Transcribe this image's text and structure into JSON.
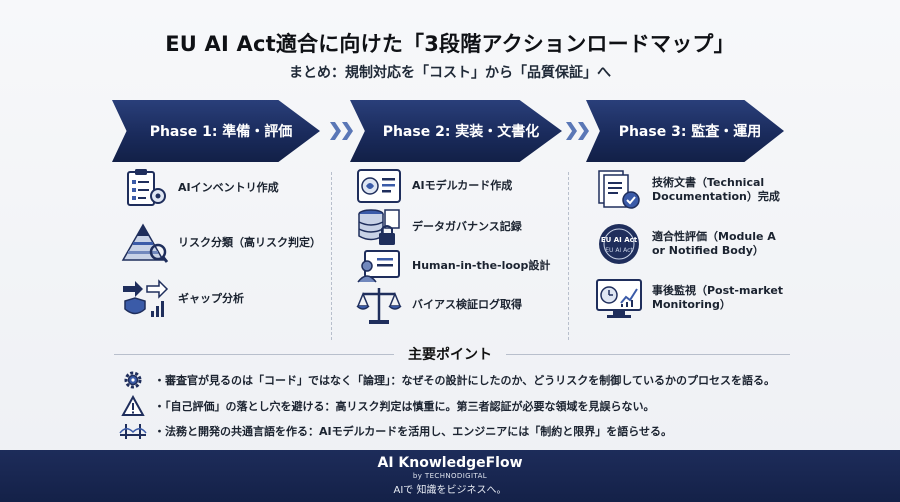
{
  "header": {
    "title": "EU AI Act適合に向けた「3段階アクションロードマップ」",
    "subtitle": "まとめ：規制対応を「コスト」から「品質保証」へ"
  },
  "phases": [
    {
      "label": "Phase 1: 準備・評価",
      "items": [
        {
          "label": "AIインベントリ作成",
          "icon": "clipboard-gear-icon"
        },
        {
          "label": "リスク分類（高リスク判定）",
          "icon": "risk-pyramid-icon"
        },
        {
          "label": "ギャップ分析",
          "icon": "gap-analysis-icon"
        }
      ]
    },
    {
      "label": "Phase 2: 実装・文書化",
      "items": [
        {
          "label": "AIモデルカード作成",
          "icon": "model-card-icon"
        },
        {
          "label": "データガバナンス記録",
          "icon": "database-lock-icon"
        },
        {
          "label": "Human-in-the-loop設計",
          "icon": "human-in-loop-icon"
        },
        {
          "label": "バイアス検証ログ取得",
          "icon": "scales-icon"
        }
      ]
    },
    {
      "label": "Phase 3: 監査・運用",
      "items": [
        {
          "label": "技術文書（Technical Documentation）完成",
          "line1": "技術文書（Technical",
          "line2": "Documentation）完成",
          "icon": "documents-check-icon"
        },
        {
          "label": "適合性評価（Module A or Notified Body）",
          "line1": "適合性評価（Module A",
          "line2": "or Notified Body）",
          "icon": "eu-ai-act-seal-icon"
        },
        {
          "label": "事後監視（Post-market Monitoring）",
          "line1": "事後監視（Post-market",
          "line2": "Monitoring）",
          "icon": "monitor-dashboard-icon"
        }
      ]
    }
  ],
  "key_points": {
    "title": "主要ポイント",
    "items": [
      {
        "text": "・審査官が見るのは「コード」ではなく「論理」：なぜその設計にしたのか、どうリスクを制御しているかのプロセスを語る。",
        "icon": "gear-cycle-icon"
      },
      {
        "text": "・「自己評価」の落とし穴を避ける：高リスク判定は慎重に。第三者認証が必要な領域を見誤らない。",
        "icon": "warning-icon"
      },
      {
        "text": "・法務と開発の共通言語を作る：AIモデルカードを活用し、エンジニアには「制約と限界」を語らせる。",
        "icon": "bridge-icon"
      }
    ]
  },
  "footer": {
    "brand": "AI KnowledgeFlow",
    "by": "by TECHNODIGITAL",
    "tagline": "AIで 知識をビジネスへ。"
  },
  "colors": {
    "navy": "#1a2b5c",
    "accent_blue": "#3b5ba8",
    "text": "#111827"
  }
}
